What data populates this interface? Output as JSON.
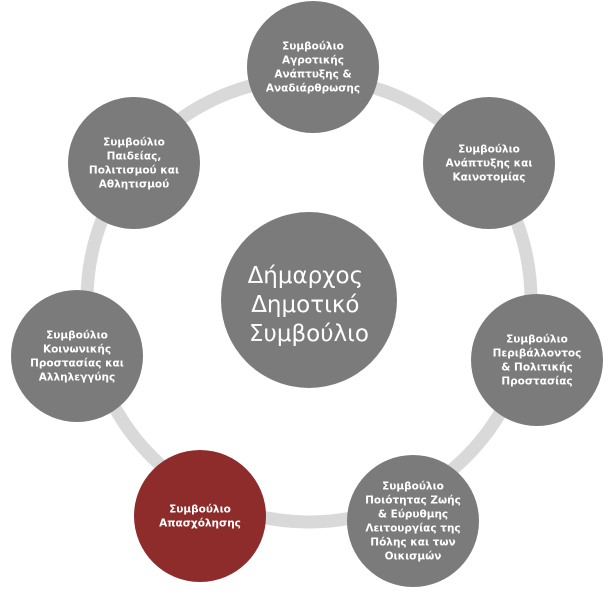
{
  "colors": {
    "ring": "#d9d9d9",
    "node": "#7b7b7b",
    "node_highlight": "#8e2b2b",
    "text": "#ffffff"
  },
  "center": {
    "lines": [
      "Δήμαρχος",
      "Δημοτικό",
      "Συμβούλιο"
    ]
  },
  "nodes": [
    {
      "id": "agrotiki",
      "lines": [
        "Συμβούλιο",
        "Αγροτικής",
        "Ανάπτυξης &",
        "Αναδιάρθρωσης"
      ],
      "highlight": false
    },
    {
      "id": "kainotomia",
      "lines": [
        "Συμβούλιο",
        "Ανάπτυξης και",
        "Καινοτομίας"
      ],
      "highlight": false
    },
    {
      "id": "perivallon",
      "lines": [
        "Συμβούλιο",
        "Περιβάλλοντος",
        "& Πολιτικής",
        "Προστασίας"
      ],
      "highlight": false
    },
    {
      "id": "poiotita-zois",
      "lines": [
        "Συμβούλιο",
        "Ποιότητας Ζωής",
        "& Εύρυθμης",
        "Λειτουργίας της",
        "Πόλης και των",
        "Οικισμών"
      ],
      "highlight": false
    },
    {
      "id": "apasxolisi",
      "lines": [
        "Συμβούλιο",
        "Απασχόλησης"
      ],
      "highlight": true
    },
    {
      "id": "koinoniki-prostasia",
      "lines": [
        "Συμβούλιο",
        "Κοινωνικής",
        "Προστασίας και",
        "Αλληλεγγύης"
      ],
      "highlight": false
    },
    {
      "id": "paideia",
      "lines": [
        "Συμβούλιο",
        "Παιδείας,",
        "Πολιτισμού και",
        "Αθλητισμού"
      ],
      "highlight": false
    }
  ]
}
